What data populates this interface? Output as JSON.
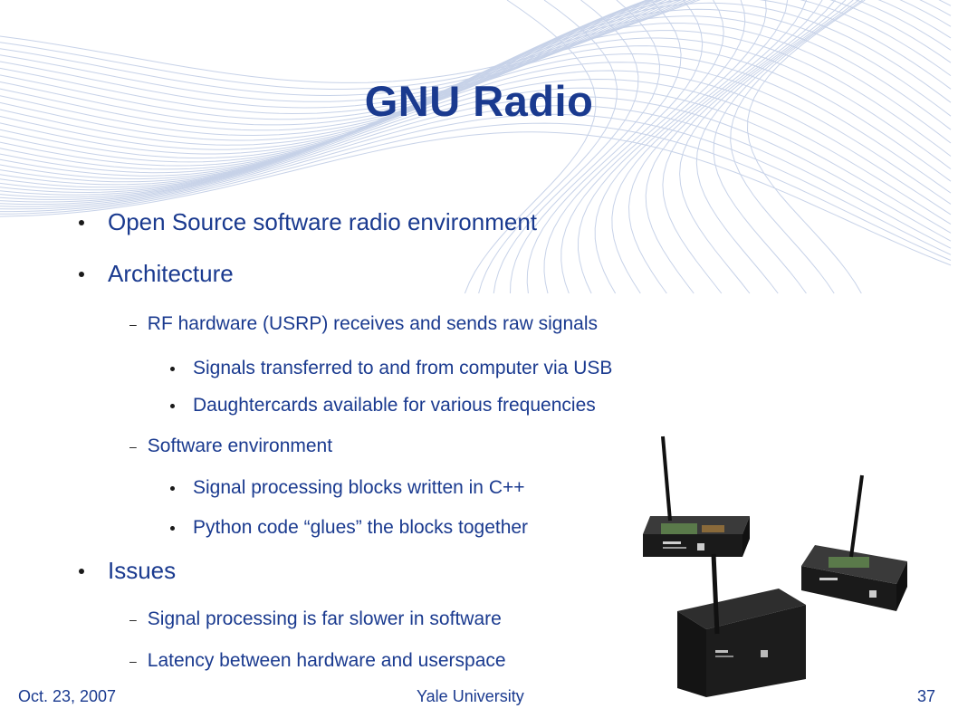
{
  "slide": {
    "title": "GNU Radio",
    "bullets": [
      {
        "text": "Open Source software radio environment"
      },
      {
        "text": "Architecture"
      },
      {
        "text": "RF hardware (USRP) receives and sends raw signals"
      },
      {
        "text": "Signals transferred to and from computer via USB"
      },
      {
        "text": "Daughtercards available for various frequencies"
      },
      {
        "text": "Software environment"
      },
      {
        "text": "Signal processing blocks written in C++"
      },
      {
        "text": "Python code “glues” the blocks together"
      },
      {
        "text": "Issues"
      },
      {
        "text": "Signal processing is far slower in software"
      },
      {
        "text": "Latency between hardware and userspace"
      }
    ],
    "photo_icon": "usrp-devices-photo"
  },
  "footer": {
    "date": "Oct. 23, 2007",
    "org": "Yale University",
    "page": "37"
  },
  "colors": {
    "accent": "#1a3a8f",
    "wave": "#9aaed6",
    "bullet": "#1a1a1a"
  }
}
